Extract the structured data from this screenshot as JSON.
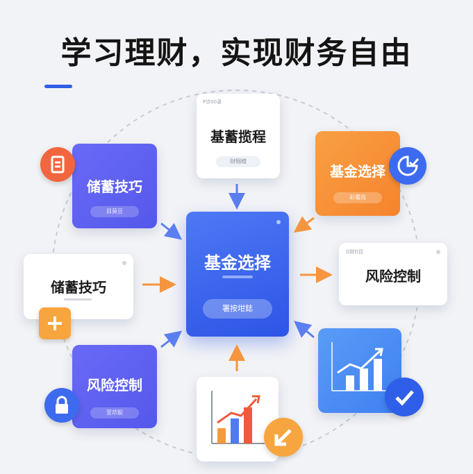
{
  "header": {
    "title": "学习理财，实现财务自由"
  },
  "center": {
    "label": "基金选择",
    "pill": "署按坩鋕"
  },
  "top": {
    "label": "基蓄揽程",
    "tag": "P诊00录",
    "pill": "财帼楂"
  },
  "top_right": {
    "label": "基金选择",
    "pill": "彩鼍筠"
  },
  "left_top": {
    "label": "储蓄技巧",
    "pill": "目莫豆"
  },
  "left_mid": {
    "label": "储蓄技巧"
  },
  "left_bottom": {
    "label": "风险控制",
    "pill": "萱茚聣"
  },
  "right_mid": {
    "label": "风险控制",
    "tag": "D财D目"
  },
  "colors": {
    "accent": "#2f5fe8",
    "purple": "#5a5ff0",
    "orange": "#f7933a",
    "green": "#3aa070"
  },
  "icons": [
    "document-icon",
    "plus-icon",
    "lock-icon",
    "pie-chart-check-icon",
    "bar-chart-icon",
    "checkmark-icon",
    "arrow-down-left-icon"
  ]
}
